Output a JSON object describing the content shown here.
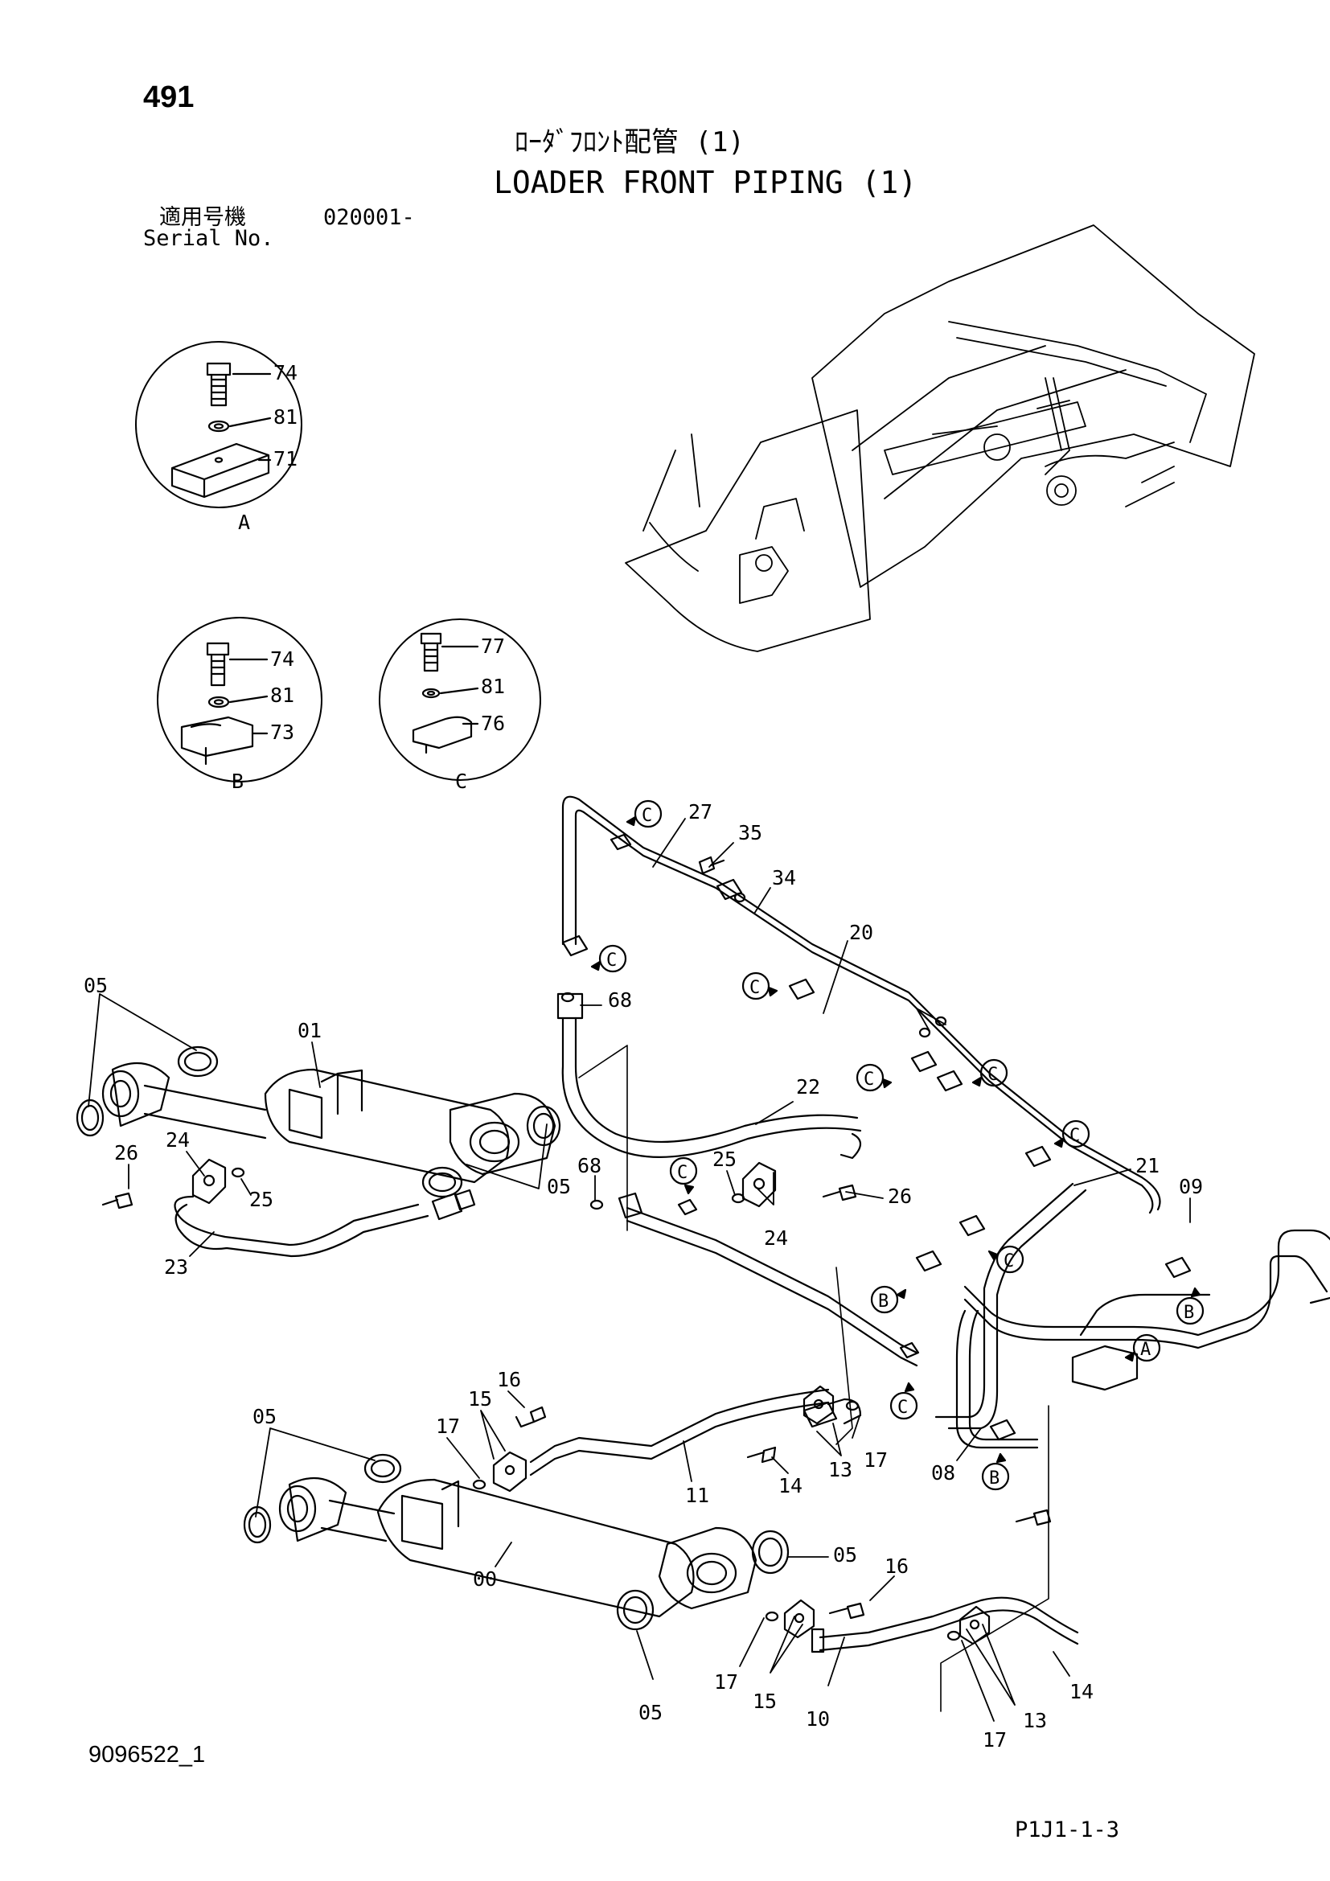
{
  "page_number": "491",
  "title_jp": "ﾛｰﾀﾞﾌﾛﾝﾄ配管 (1)",
  "title_en": "LOADER FRONT PIPING (1)",
  "serial": {
    "label_jp": "適用号機",
    "label_en": "Serial No.",
    "value": "020001-"
  },
  "document_number": "9096522_1",
  "sheet_code": "P1J1-1-3",
  "detail_views": [
    {
      "letter": "A",
      "parts": [
        "74",
        "81",
        "71"
      ]
    },
    {
      "letter": "B",
      "parts": [
        "74",
        "81",
        "73"
      ]
    },
    {
      "letter": "C",
      "parts": [
        "77",
        "81",
        "76"
      ]
    }
  ],
  "callouts": [
    "27",
    "35",
    "34",
    "20",
    "68",
    "22",
    "05",
    "01",
    "24",
    "26",
    "25",
    "05",
    "68",
    "23",
    "25",
    "26",
    "24",
    "21",
    "09",
    "16",
    "15",
    "17",
    "05",
    "13",
    "17",
    "14",
    "11",
    "08",
    "05",
    "00",
    "16",
    "17",
    "15",
    "10",
    "13",
    "14",
    "17",
    "05"
  ],
  "clamp_markers": [
    "C",
    "C",
    "C",
    "C",
    "C",
    "C",
    "C",
    "C",
    "C",
    "B",
    "B",
    "B",
    "A"
  ]
}
